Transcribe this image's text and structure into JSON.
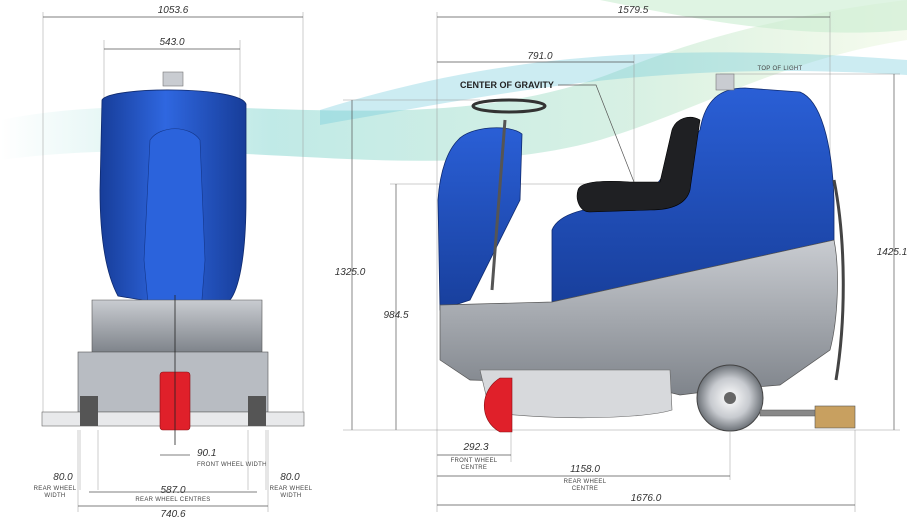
{
  "colors": {
    "body_blue": "#2456c9",
    "body_blue_dark": "#173d99",
    "chassis_grey": "#9a9fa6",
    "brush_red": "#e0202a",
    "swoosh_teal": "#5cc8c0",
    "swoosh_green": "#b6e08a"
  },
  "front_view": {
    "overall_width": "1053.6",
    "body_width": "543.0",
    "front_wheel_width_value": "90.1",
    "front_wheel_width_caption": "FRONT WHEEL WIDTH",
    "rear_wheel_width_left_value": "80.0",
    "rear_wheel_width_left_caption_1": "REAR WHEEL",
    "rear_wheel_width_left_caption_2": "WIDTH",
    "rear_wheel_width_right_value": "80.0",
    "rear_wheel_width_right_caption_1": "REAR WHEEL",
    "rear_wheel_width_right_caption_2": "WIDTH",
    "rear_wheel_centres_value": "587.0",
    "rear_wheel_centres_caption": "REAR WHEEL CENTRES",
    "bottom_width": "740.6"
  },
  "side_view": {
    "overall_length_top": "1579.5",
    "cog_horizontal": "791.0",
    "cog_label": "CENTER OF GRAVITY",
    "top_of_light_caption": "TOP OF LIGHT",
    "height_steering": "1325.0",
    "height_cog": "984.5",
    "height_light": "1425.1",
    "front_wheel_centre_value": "292.3",
    "front_wheel_centre_caption_1": "FRONT WHEEL",
    "front_wheel_centre_caption_2": "CENTRE",
    "rear_wheel_centre_value": "1158.0",
    "rear_wheel_centre_caption_1": "REAR WHEEL",
    "rear_wheel_centre_caption_2": "CENTRE",
    "overall_length_bottom": "1676.0"
  }
}
